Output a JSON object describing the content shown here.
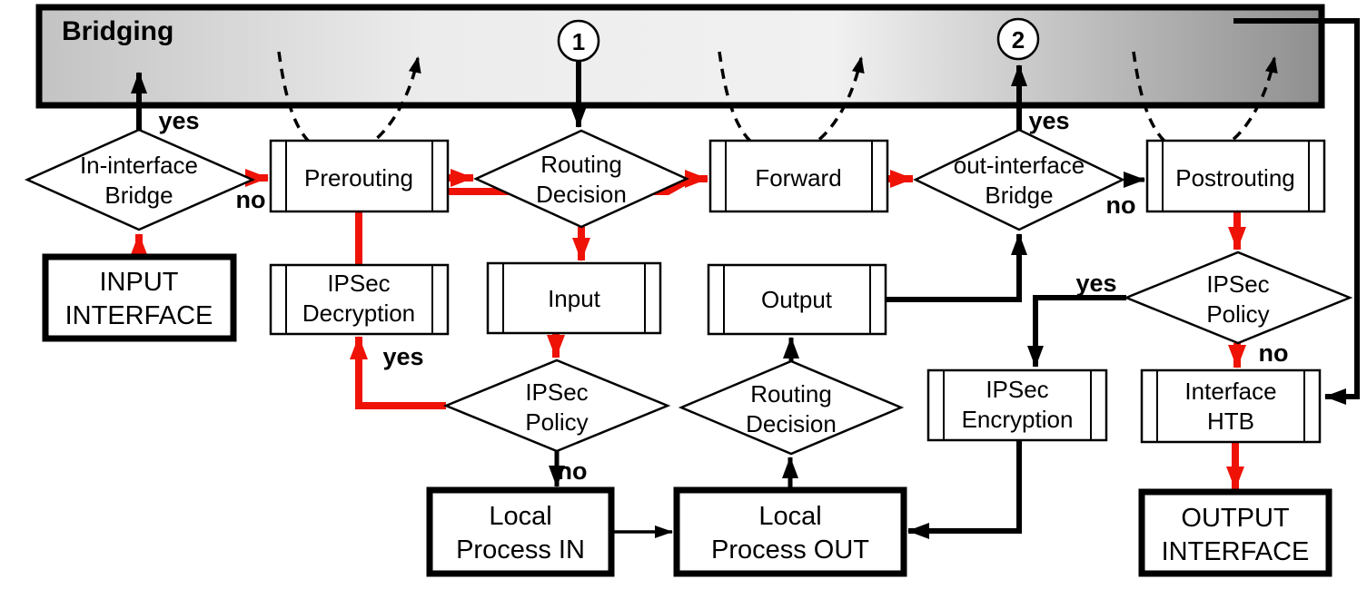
{
  "diagram": {
    "title": "Bridging",
    "markers": {
      "circle1": "1",
      "circle2": "2"
    },
    "nodes": {
      "input_interface": {
        "line1": "INPUT",
        "line2": "INTERFACE"
      },
      "in_interface_bridge": {
        "line1": "In-interface",
        "line2": "Bridge"
      },
      "prerouting": {
        "label": "Prerouting"
      },
      "routing_decision_top": {
        "line1": "Routing",
        "line2": "Decision"
      },
      "forward": {
        "label": "Forward"
      },
      "out_interface_bridge": {
        "line1": "out-interface",
        "line2": "Bridge"
      },
      "postrouting": {
        "label": "Postrouting"
      },
      "ipsec_decryption": {
        "line1": "IPSec",
        "line2": "Decryption"
      },
      "input": {
        "label": "Input"
      },
      "output": {
        "label": "Output"
      },
      "ipsec_policy_left": {
        "line1": "IPSec",
        "line2": "Policy"
      },
      "routing_decision_bottom": {
        "line1": "Routing",
        "line2": "Decision"
      },
      "ipsec_encryption": {
        "line1": "IPSec",
        "line2": "Encryption"
      },
      "ipsec_policy_right": {
        "line1": "IPSec",
        "line2": "Policy"
      },
      "interface_htb": {
        "line1": "Interface",
        "line2": "HTB"
      },
      "local_process_in": {
        "line1": "Local",
        "line2": "Process IN"
      },
      "local_process_out": {
        "line1": "Local",
        "line2": "Process OUT"
      },
      "output_interface": {
        "line1": "OUTPUT",
        "line2": "INTERFACE"
      }
    },
    "edge_labels": {
      "in_bridge_yes": "yes",
      "in_bridge_no": "no",
      "out_bridge_yes": "yes",
      "out_bridge_no": "no",
      "ipsec_left_yes": "yes",
      "ipsec_left_no": "no",
      "ipsec_right_yes": "yes",
      "ipsec_right_no": "no"
    },
    "connections": [
      {
        "from": "input_interface",
        "to": "in_interface_bridge",
        "color": "red"
      },
      {
        "from": "in_interface_bridge",
        "to": "bridging",
        "label": "yes",
        "color": "black"
      },
      {
        "from": "in_interface_bridge",
        "to": "prerouting",
        "label": "no",
        "color": "red"
      },
      {
        "from": "prerouting",
        "to": "routing_decision_top",
        "color": "red"
      },
      {
        "from": "bridging_circle1",
        "to": "routing_decision_top",
        "color": "black"
      },
      {
        "from": "routing_decision_top",
        "to": "input",
        "color": "red"
      },
      {
        "from": "routing_decision_top",
        "to": "forward",
        "color": "red"
      },
      {
        "from": "input",
        "to": "ipsec_policy_left",
        "color": "red"
      },
      {
        "from": "ipsec_policy_left",
        "to": "ipsec_decryption",
        "label": "yes",
        "color": "red"
      },
      {
        "from": "ipsec_decryption",
        "to": "prerouting",
        "color": "red"
      },
      {
        "from": "ipsec_policy_left",
        "to": "local_process_in",
        "label": "no",
        "color": "black"
      },
      {
        "from": "local_process_in",
        "to": "local_process_out",
        "color": "black"
      },
      {
        "from": "local_process_out",
        "to": "routing_decision_bottom",
        "color": "black"
      },
      {
        "from": "routing_decision_bottom",
        "to": "output",
        "color": "black"
      },
      {
        "from": "output",
        "to": "out_interface_bridge",
        "color": "black"
      },
      {
        "from": "forward",
        "to": "out_interface_bridge",
        "color": "red"
      },
      {
        "from": "out_interface_bridge",
        "to": "bridging_circle2",
        "label": "yes",
        "color": "black"
      },
      {
        "from": "out_interface_bridge",
        "to": "postrouting",
        "label": "no",
        "color": "black"
      },
      {
        "from": "postrouting",
        "to": "ipsec_policy_right",
        "color": "red"
      },
      {
        "from": "ipsec_policy_right",
        "to": "ipsec_encryption",
        "label": "yes",
        "color": "black"
      },
      {
        "from": "ipsec_encryption",
        "to": "local_process_out",
        "color": "black"
      },
      {
        "from": "ipsec_policy_right",
        "to": "interface_htb",
        "label": "no",
        "color": "red"
      },
      {
        "from": "bridging",
        "to": "interface_htb",
        "color": "black"
      },
      {
        "from": "interface_htb",
        "to": "output_interface",
        "color": "red"
      }
    ],
    "colors": {
      "flow_red": "#ee1306",
      "line_black": "#000000",
      "bar_light": "#f1f1f1",
      "bar_dark": "#8f8f8f"
    }
  }
}
